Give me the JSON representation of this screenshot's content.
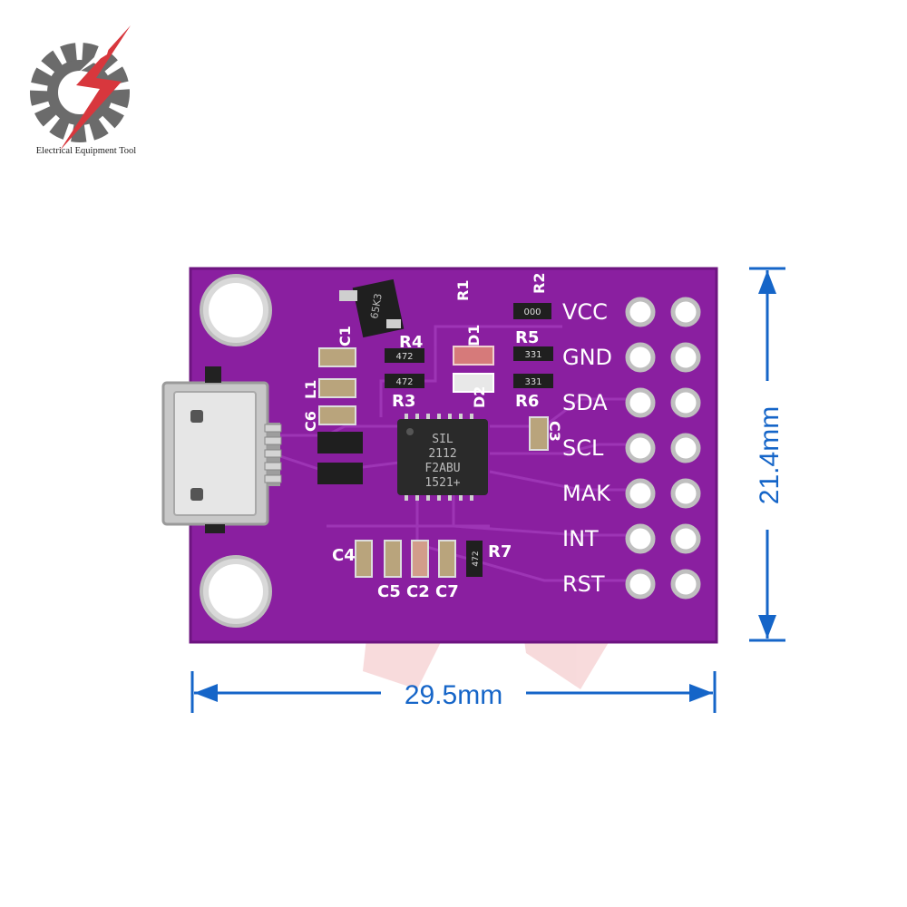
{
  "brand": {
    "logo_text": "Electrical Equipment Tool",
    "logo_icon": "gear-lightning-logo-icon"
  },
  "colors": {
    "pcb": "#8a1fa0",
    "pcb_dark": "#6d1480",
    "dimension": "#1565c8",
    "logo_gray": "#6b6b6b",
    "logo_red": "#d8373d"
  },
  "board": {
    "pins": [
      "VCC",
      "GND",
      "SDA",
      "SCL",
      "MAK",
      "INT",
      "RST"
    ],
    "chip_marking": [
      "SIL",
      "2112",
      "F2ABU",
      "1521+"
    ],
    "components": {
      "r1": "R1",
      "r2": "R2",
      "r3": "R3",
      "r4": "R4",
      "r5": "R5",
      "r6": "R6",
      "r7": "R7",
      "c1": "C1",
      "c2": "C2",
      "c3": "C3",
      "c4": "C4",
      "c5": "C5",
      "c6": "C6",
      "c7": "C7",
      "l1": "L1",
      "d1": "D1",
      "d2": "D2"
    },
    "regulator_marking": "65K3",
    "resistor_code_a": "472",
    "resistor_code_b": "331",
    "resistor_code_c": "000"
  },
  "dimensions": {
    "width": "29.5mm",
    "height": "21.4mm"
  }
}
